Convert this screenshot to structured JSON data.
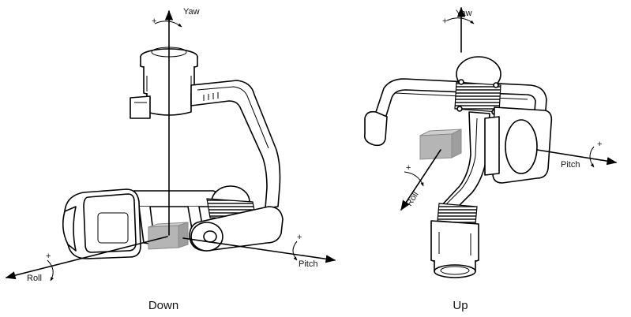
{
  "labels": {
    "left": {
      "yaw": "Yaw",
      "pitch": "Pitch",
      "roll": "Roll",
      "plus": "+",
      "caption": "Down"
    },
    "right": {
      "yaw": "Yaw",
      "pitch": "Pitch",
      "roll": "Roll",
      "plus": "+",
      "caption": "Up"
    }
  }
}
